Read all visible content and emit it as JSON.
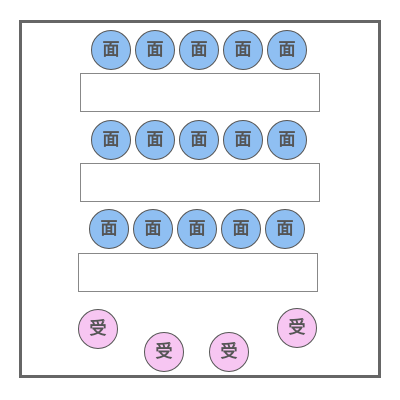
{
  "labels": {
    "interviewer": "面",
    "candidate": "受"
  },
  "colors": {
    "interviewer_fill": "#8fbff2",
    "candidate_fill": "#f7c6f2",
    "outline": "#555555",
    "room_border": "#666666",
    "table_border": "#888888"
  },
  "layout_description": {
    "tables": 3,
    "interviewers_per_table": 5,
    "candidates": 4
  }
}
